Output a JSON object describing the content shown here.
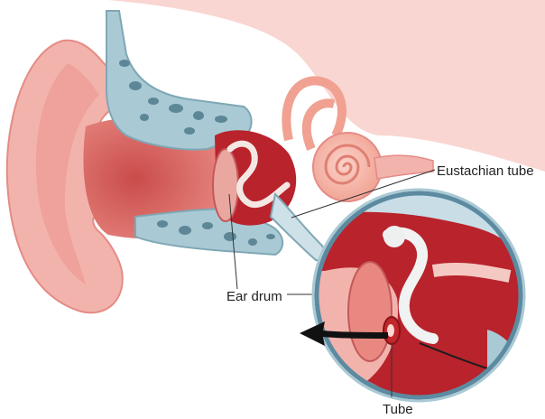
{
  "labels": {
    "eustachian_tube": "Eustachian tube",
    "ear_drum": "Ear drum",
    "tube": "Tube"
  },
  "colors": {
    "skin": "#f2b3ad",
    "skin_dark": "#e58b86",
    "canal": "#d9635f",
    "bone": "#a9c9d4",
    "bone_spot": "#5d8796",
    "red_deep": "#b8232c",
    "arrow": "#111111"
  }
}
